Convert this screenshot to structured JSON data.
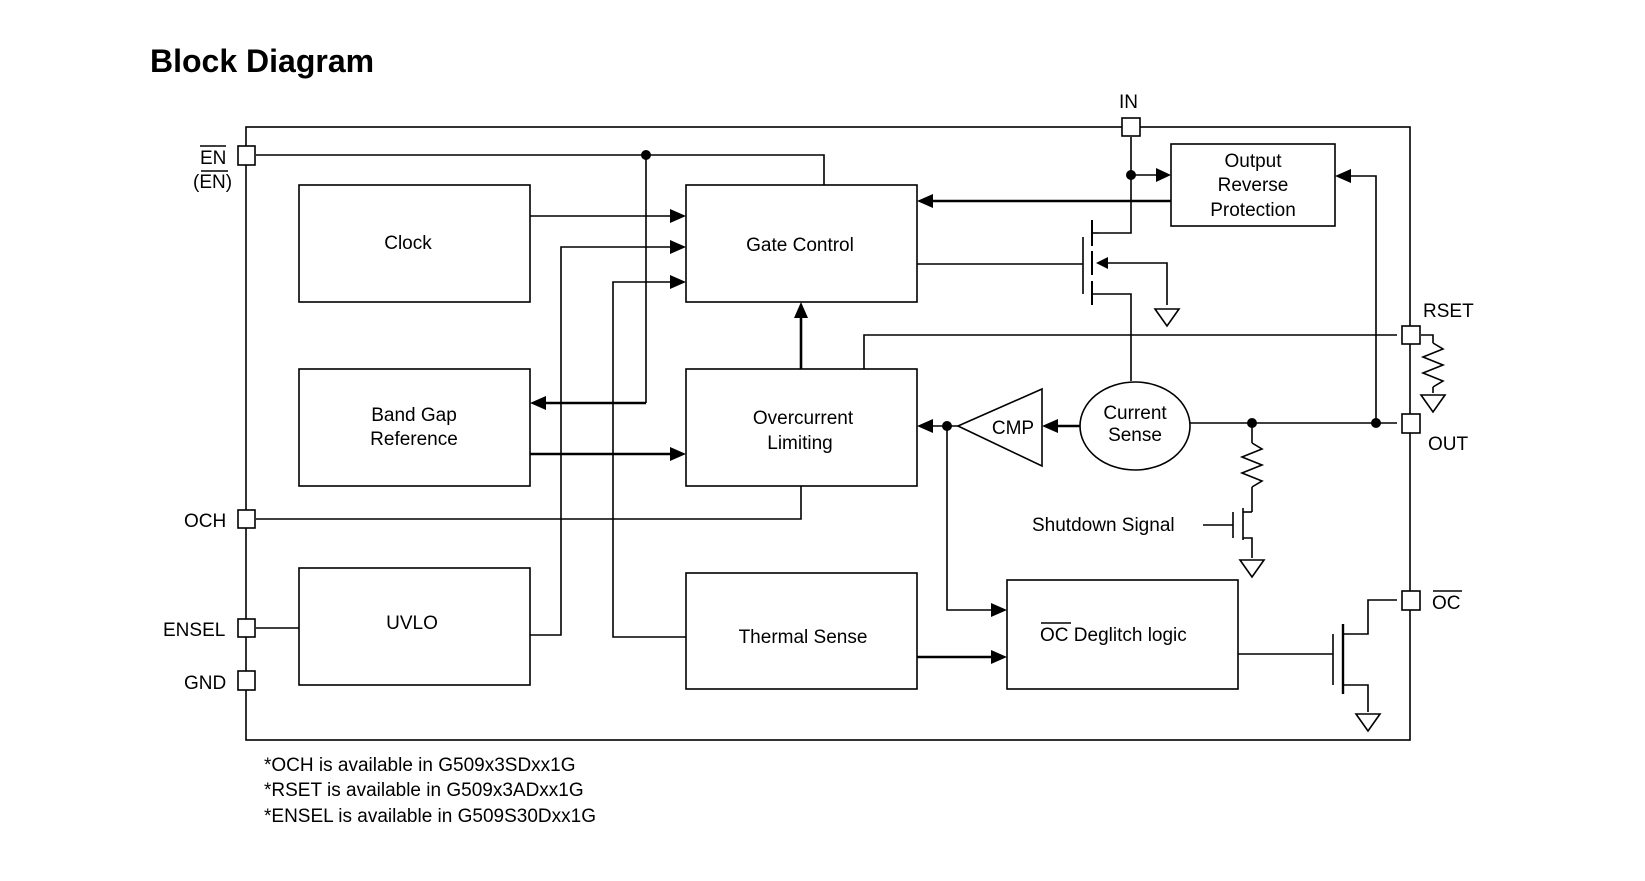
{
  "title": "Block Diagram",
  "pins": {
    "en": "EN",
    "en_bar": "(EN)",
    "och": "OCH",
    "ensel": "ENSEL",
    "gnd": "GND",
    "in": "IN",
    "rset": "RSET",
    "out": "OUT",
    "oc": "OC"
  },
  "blocks": {
    "clock": "Clock",
    "gate_control": "Gate Control",
    "bandgap_line1": "Band Gap",
    "bandgap_line2": "Reference",
    "overcurrent_line1": "Overcurrent",
    "overcurrent_line2": "Limiting",
    "uvlo": "UVLO",
    "thermal_sense": "Thermal Sense",
    "deglitch_oc": "OC",
    "deglitch_rest": " Deglitch logic",
    "output_reverse_line1": "Output",
    "output_reverse_line2": "Reverse",
    "output_reverse_line3": "Protection",
    "current_sense_line1": "Current",
    "current_sense_line2": "Sense",
    "cmp": "CMP"
  },
  "shutdown_signal": "Shutdown Signal",
  "notes": [
    "*OCH is available in G509x3SDxx1G",
    "*RSET is available in G509x3ADxx1G",
    "*ENSEL is available in G509S30Dxx1G"
  ]
}
